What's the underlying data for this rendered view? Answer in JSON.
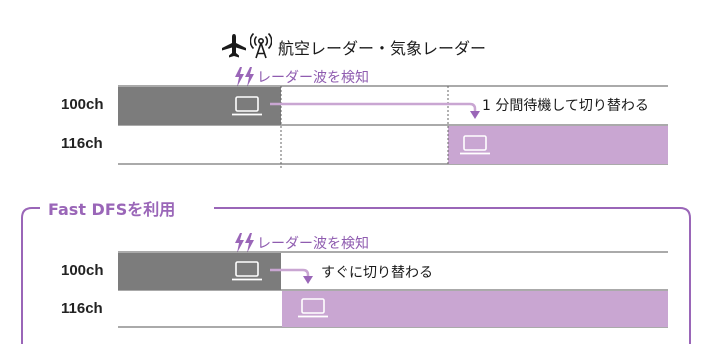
{
  "header": {
    "title": "航空レーダー・気象レーダー"
  },
  "section1": {
    "detect_label": "レーダー波を検知",
    "rows": [
      {
        "channel": "100ch"
      },
      {
        "channel": "116ch"
      }
    ],
    "switch_label": "1 分間待機して切り替わる"
  },
  "section2": {
    "title": "Fast DFSを利用",
    "detect_label": "レーダー波を検知",
    "rows": [
      {
        "channel": "100ch"
      },
      {
        "channel": "116ch"
      }
    ],
    "switch_label": "すぐに切り替わる"
  },
  "colors": {
    "active_gray": "#7c7c7c",
    "active_purple": "#c9a6d2",
    "accent_purple": "#9a66b8",
    "radar_icon": "#1a1a1a"
  },
  "icons": {
    "airplane": "airplane-icon",
    "radar": "radar-antenna-icon",
    "lightning": "lightning-icon",
    "laptop": "laptop-icon"
  }
}
